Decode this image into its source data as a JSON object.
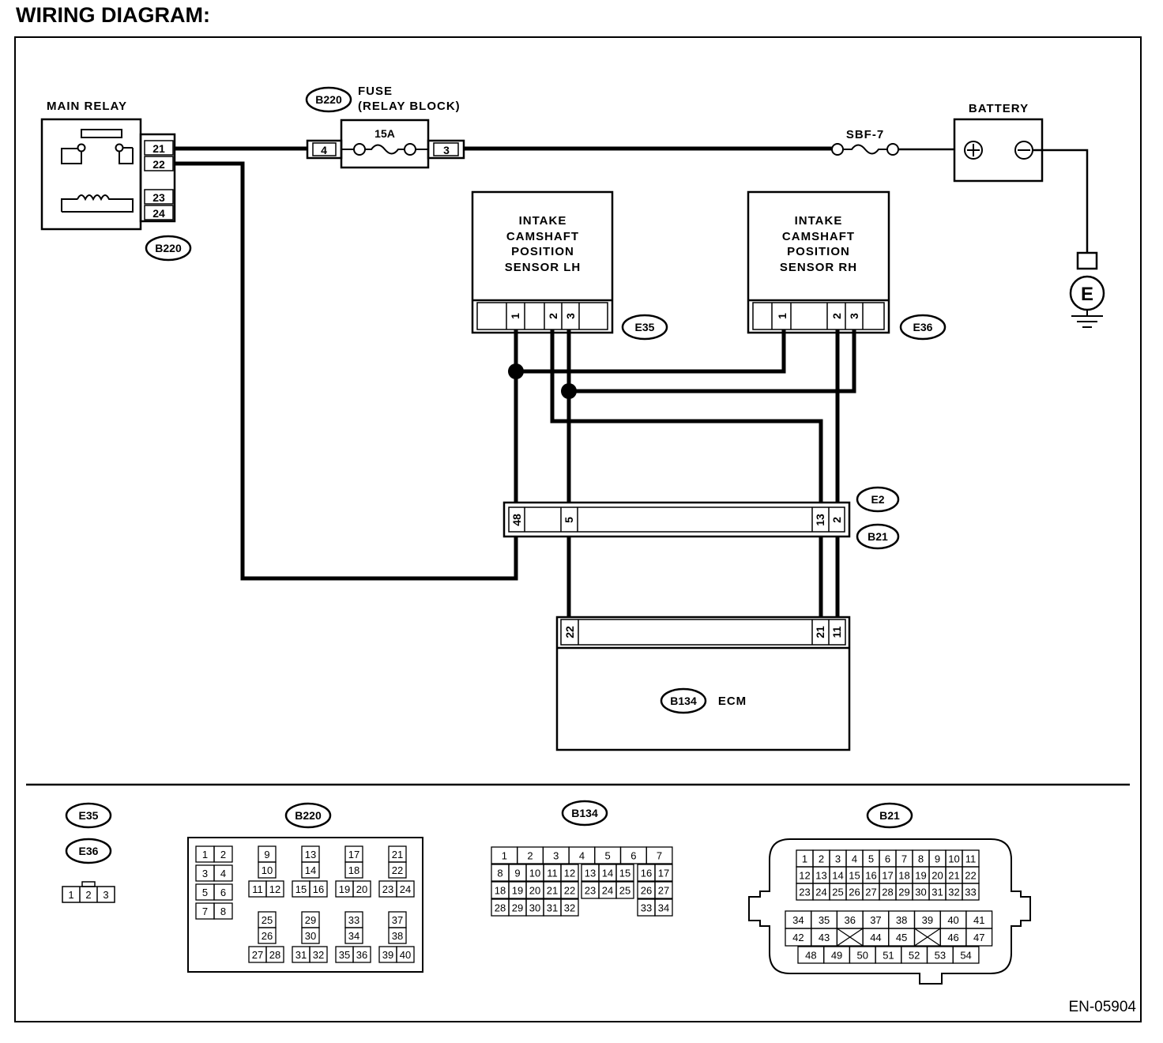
{
  "title": "WIRING DIAGRAM:",
  "doc_code": "EN-05904",
  "main_relay": {
    "label": "MAIN RELAY",
    "connector": "B220",
    "pins": [
      "21",
      "22",
      "23",
      "24"
    ]
  },
  "fuse": {
    "connector": "B220",
    "label_line1": "FUSE",
    "label_line2": "(RELAY BLOCK)",
    "rating": "15A",
    "pin_in": "4",
    "pin_out": "3"
  },
  "sbf": {
    "label": "SBF-7"
  },
  "battery": {
    "label": "BATTERY"
  },
  "ground": {
    "label": "E"
  },
  "sensor_lh": {
    "lines": [
      "INTAKE",
      "CAMSHAFT",
      "POSITION",
      "SENSOR LH"
    ],
    "connector": "E35",
    "pins": [
      "1",
      "2",
      "3"
    ]
  },
  "sensor_rh": {
    "lines": [
      "INTAKE",
      "CAMSHAFT",
      "POSITION",
      "SENSOR RH"
    ],
    "connector": "E36",
    "pins": [
      "1",
      "2",
      "3"
    ]
  },
  "joint": {
    "connector_top": "E2",
    "connector_bottom": "B21",
    "pins": [
      "48",
      "5",
      "13",
      "2"
    ]
  },
  "ecm": {
    "connector": "B134",
    "label": "ECM",
    "pins": [
      "22",
      "21",
      "11"
    ]
  },
  "legend": {
    "e35": "E35",
    "e36": "E36",
    "e3x_pins": [
      "1",
      "2",
      "3"
    ],
    "b220": "B220",
    "b220_left": [
      [
        "1",
        "2"
      ],
      [
        "3",
        "4"
      ],
      [
        "5",
        "6"
      ],
      [
        "7",
        "8"
      ]
    ],
    "b220_groups": [
      {
        "top": "9",
        "mid": "10",
        "bot": [
          "11",
          "12"
        ]
      },
      {
        "top": "13",
        "mid": "14",
        "bot": [
          "15",
          "16"
        ]
      },
      {
        "top": "17",
        "mid": "18",
        "bot": [
          "19",
          "20"
        ]
      },
      {
        "top": "21",
        "mid": "22",
        "bot": [
          "23",
          "24"
        ]
      },
      {
        "top": "25",
        "mid": "26",
        "bot": [
          "27",
          "28"
        ]
      },
      {
        "top": "29",
        "mid": "30",
        "bot": [
          "31",
          "32"
        ]
      },
      {
        "top": "33",
        "mid": "34",
        "bot": [
          "35",
          "36"
        ]
      },
      {
        "top": "37",
        "mid": "38",
        "bot": [
          "39",
          "40"
        ]
      }
    ],
    "b134": "B134",
    "b134_rows": [
      [
        "1",
        "2",
        "3",
        "4",
        "5",
        "6",
        "7"
      ],
      [
        "8",
        "9",
        "10",
        "11",
        "12",
        "13",
        "14",
        "15",
        "16",
        "17"
      ],
      [
        "18",
        "19",
        "20",
        "21",
        "22",
        "23",
        "24",
        "25",
        "26",
        "27"
      ],
      [
        "28",
        "29",
        "30",
        "31",
        "32",
        "33",
        "34"
      ]
    ],
    "b21": "B21",
    "b21_rows": [
      [
        "1",
        "2",
        "3",
        "4",
        "5",
        "6",
        "7",
        "8",
        "9",
        "10",
        "11"
      ],
      [
        "12",
        "13",
        "14",
        "15",
        "16",
        "17",
        "18",
        "19",
        "20",
        "21",
        "22"
      ],
      [
        "23",
        "24",
        "25",
        "26",
        "27",
        "28",
        "29",
        "30",
        "31",
        "32",
        "33"
      ],
      [
        "34",
        "35",
        "36",
        "37",
        "38",
        "39",
        "40",
        "41"
      ],
      [
        "42",
        "43",
        "",
        "44",
        "45",
        "",
        "46",
        "47"
      ],
      [
        "48",
        "49",
        "50",
        "51",
        "52",
        "53",
        "54"
      ]
    ]
  }
}
